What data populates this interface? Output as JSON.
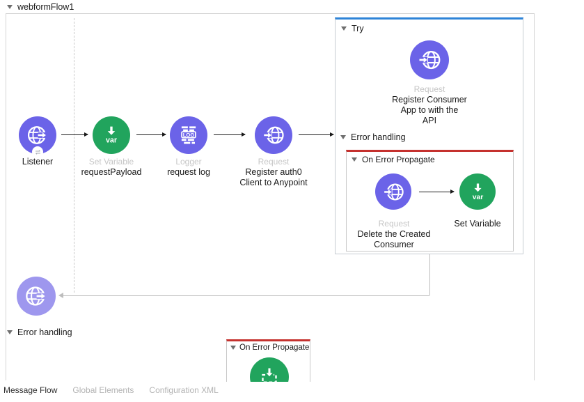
{
  "flow": {
    "title": "webformFlow1",
    "listener": {
      "name": "Listener"
    },
    "set_variable": {
      "type_label": "Set Variable",
      "name": "requestPayload"
    },
    "logger": {
      "type_label": "Logger",
      "name": "request log"
    },
    "request": {
      "type_label": "Request",
      "name_lines": [
        "Register auth0",
        "Client to Anypoint"
      ]
    },
    "error_handling_label": "Error handling"
  },
  "try_scope": {
    "title": "Try",
    "request": {
      "type_label": "Request",
      "name_lines": [
        "Register Consumer",
        "App to with the",
        "API"
      ]
    },
    "error_handling_label": "Error handling",
    "on_error_propagate": {
      "title": "On Error Propagate",
      "request": {
        "type_label": "Request",
        "name_lines": [
          "Delete the Created",
          "Consumer"
        ]
      },
      "set_variable": {
        "name": "Set Variable"
      }
    }
  },
  "flow_error_handler": {
    "on_error_propagate_title": "On Error Propagate"
  },
  "icons": {
    "var_label": "var",
    "log_label": "LOG"
  },
  "tabs": {
    "message_flow": "Message Flow",
    "global_elements": "Global Elements",
    "configuration_xml": "Configuration XML"
  },
  "colors": {
    "connector_purple": "#6b63e8",
    "connector_purple_light": "#9e97ee",
    "transformer_green": "#21a45d",
    "try_border_blue": "#2e84d8",
    "error_border_red": "#c5312e"
  }
}
